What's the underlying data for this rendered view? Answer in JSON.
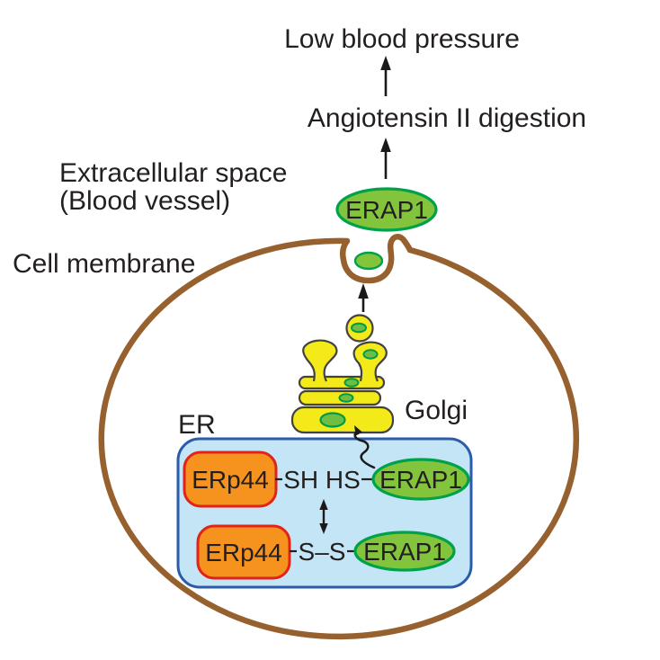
{
  "flow": {
    "outcome_label": "Low blood pressure",
    "process_label": "Angiotensin II digestion"
  },
  "environment": {
    "extracellular_label": "Extracellular space",
    "extracellular_sublabel": "(Blood vessel)",
    "cell_membrane_label": "Cell membrane"
  },
  "organelles": {
    "golgi_label": "Golgi",
    "er_label": "ER"
  },
  "molecules": {
    "erap1_secreted": "ERAP1",
    "er_reduced": {
      "chaperone": "ERp44",
      "bond": "SH HS",
      "enzyme": "ERAP1"
    },
    "er_oxidized": {
      "chaperone": "ERp44",
      "bond": "S–S",
      "enzyme": "ERAP1"
    }
  },
  "colors": {
    "membrane_brown": "#96612E",
    "erap1_green_fill": "#82C43C",
    "erap1_green_stroke": "#00A14B",
    "cargo_green_fill": "#6FBE44",
    "cargo_green_stroke": "#009B45",
    "golgi_yellow_fill": "#F4EA1A",
    "golgi_outline": "#424242",
    "er_fill": "#C4E5F6",
    "er_stroke": "#2A5CAA",
    "erp44_fill": "#F6921E",
    "erp44_stroke": "#E2231A",
    "text_black": "#231F20",
    "arrow_black": "#1A1A1A"
  }
}
